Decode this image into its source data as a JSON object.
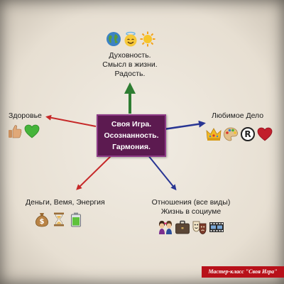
{
  "center": {
    "lines": [
      "Своя Игра.",
      "Осознанность.",
      "Гармония."
    ]
  },
  "nodes": {
    "top": {
      "lines": [
        "Духовность.",
        "Смысл в жизни.",
        "Радость."
      ],
      "icons": [
        "globe-icon",
        "angel-face-icon",
        "sun-icon"
      ]
    },
    "left": {
      "label": "Здоровье",
      "icons": [
        "thumbs-up-icon",
        "green-heart-icon"
      ]
    },
    "right": {
      "label": "Любимое Дело",
      "icons": [
        "crown-icon",
        "palette-icon",
        "registered-icon",
        "red-heart-icon"
      ]
    },
    "bottom_left": {
      "label": "Деньги, Вемя, Энергия",
      "icons": [
        "money-bag-icon",
        "hourglass-icon",
        "battery-icon"
      ]
    },
    "bottom_right": {
      "lines": [
        "Отношения (все виды)",
        "Жизнь в социуме"
      ],
      "icons": [
        "couple-kiss-icon",
        "briefcase-icon",
        "theater-masks-icon",
        "film-strip-icon"
      ]
    }
  },
  "arrow_colors": {
    "top": "#2e7d32",
    "left": "#c62828",
    "right": "#283593",
    "bottom_left": "#c62828",
    "bottom_right": "#283593"
  },
  "colors": {
    "center_fill": "#5c1a50",
    "ribbon_fill": "#b8111a"
  },
  "ribbon": {
    "text": "Мастер-класс \"Своя Игра\""
  }
}
